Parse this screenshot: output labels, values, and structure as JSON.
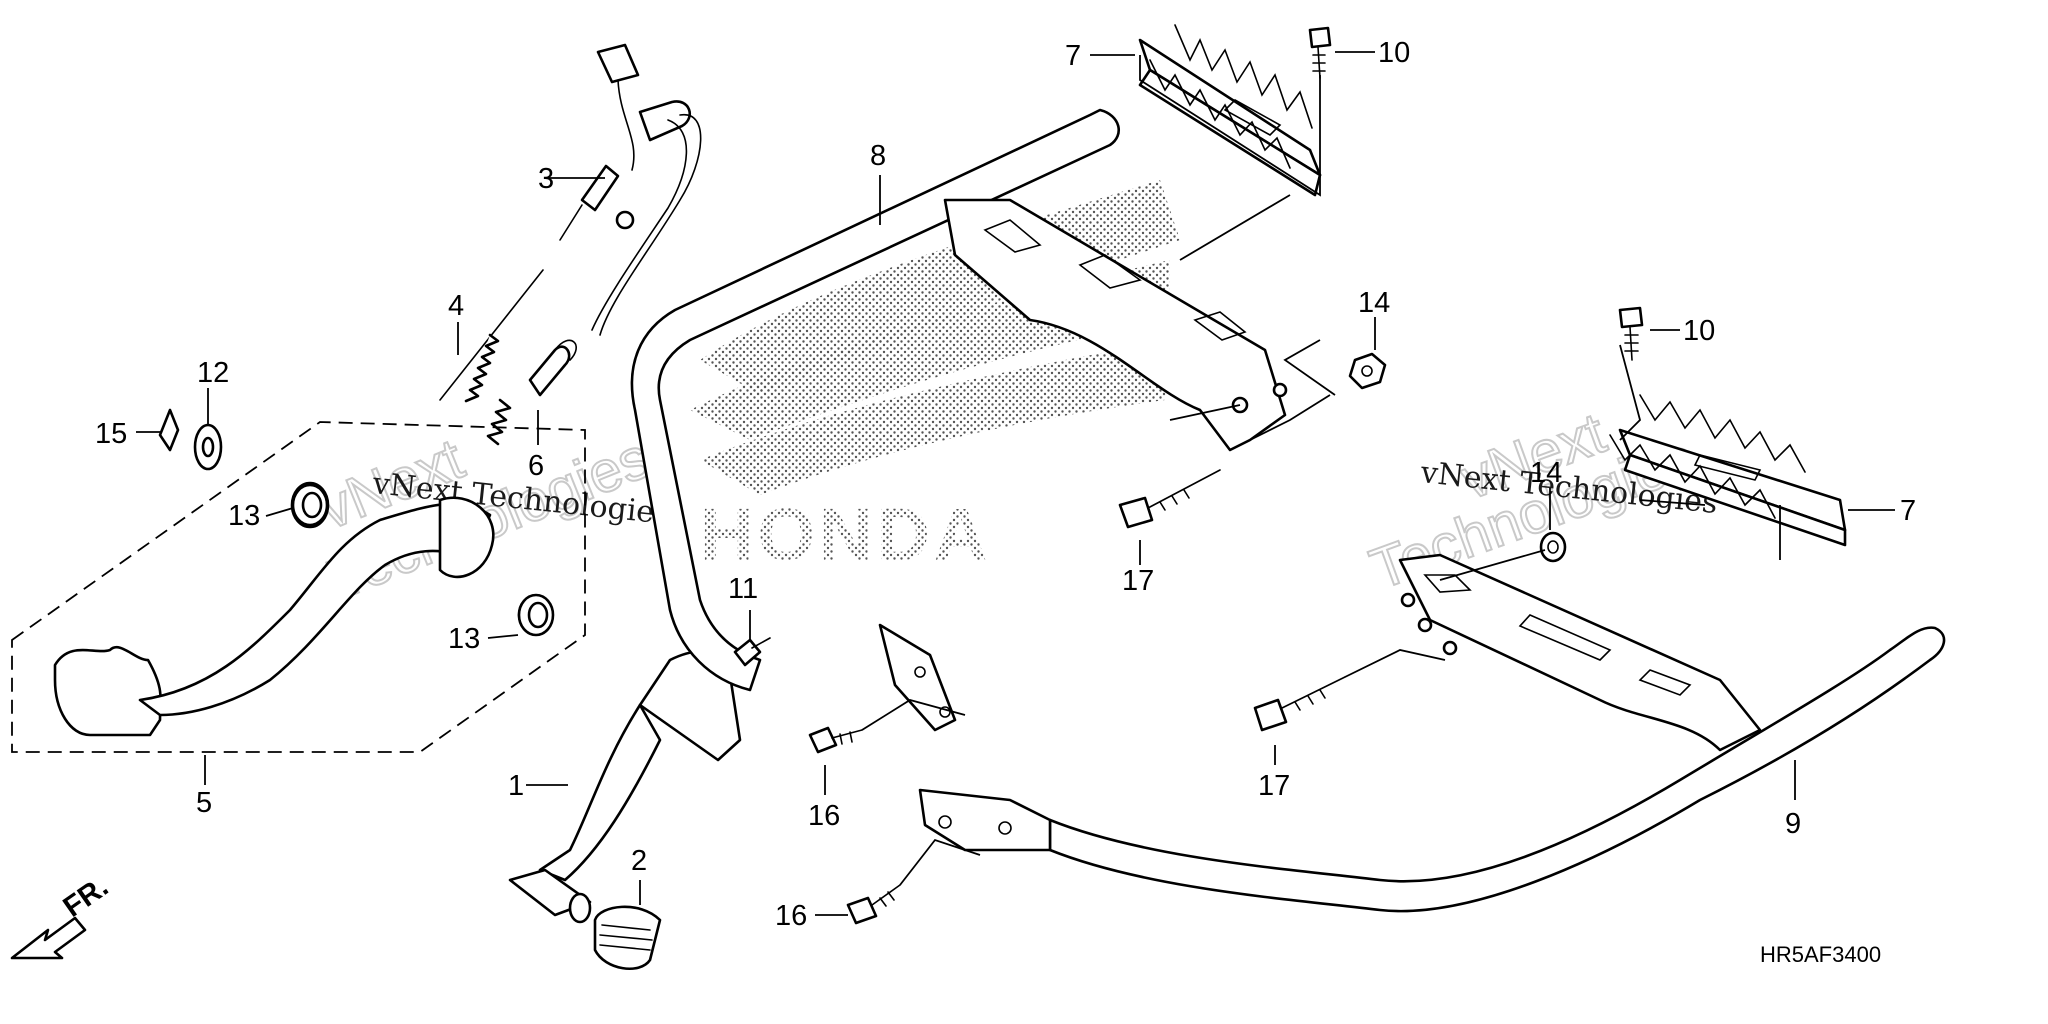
{
  "callouts": {
    "c1": "1",
    "c2": "2",
    "c3": "3",
    "c4": "4",
    "c5": "5",
    "c6": "6",
    "c7a": "7",
    "c7b": "7",
    "c8": "8",
    "c9": "9",
    "c10a": "10",
    "c10b": "10",
    "c11": "11",
    "c12": "12",
    "c13a": "13",
    "c13b": "13",
    "c14a": "14",
    "c14b": "14",
    "c15": "15",
    "c16a": "16",
    "c16b": "16",
    "c17a": "17",
    "c17b": "17"
  },
  "direction_label": "FR.",
  "diagram_code": "HR5AF3400",
  "logo_text": "HONDA",
  "watermark": {
    "line": "vNext Technologies",
    "big1": "vNext",
    "big2": "Technologies"
  },
  "colors": {
    "line": "#000000",
    "watermark_outline": "#c9c9c9"
  }
}
